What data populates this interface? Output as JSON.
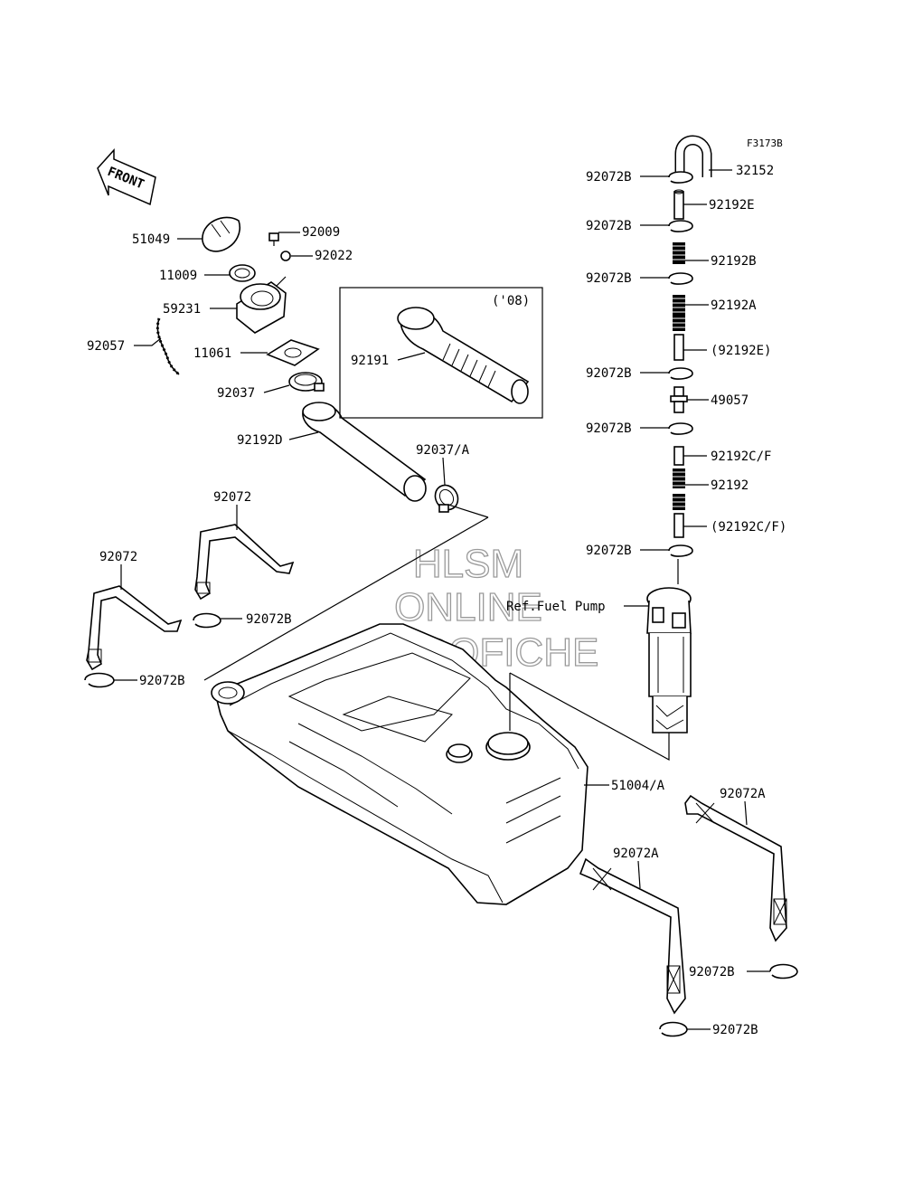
{
  "diagram_code": "F3173B",
  "front_arrow_text": "FRONT",
  "inset_year": "('08)",
  "ref_text": "Ref.Fuel Pump",
  "watermark": [
    "HLSM",
    "ONLINE",
    "MICROFICHE"
  ],
  "part_labels": {
    "p32152": "32152",
    "p92072B_1": "92072B",
    "p92192E": "92192E",
    "p92072B_2": "92072B",
    "p92192B": "92192B",
    "p92072B_3": "92072B",
    "p92192A": "92192A",
    "p92192E_ref": "(92192E)",
    "p92072B_4": "92072B",
    "p49057": "49057",
    "p92072B_5": "92072B",
    "p92192CF": "92192C/F",
    "p92192": "92192",
    "p92192CF_ref": "(92192C/F)",
    "p92072B_6": "92072B",
    "p51049": "51049",
    "p92009": "92009",
    "p92022": "92022",
    "p11009": "11009",
    "p59231": "59231",
    "p92057": "92057",
    "p11061": "11061",
    "p92037": "92037",
    "p92192D": "92192D",
    "p92191": "92191",
    "p92037A": "92037/A",
    "p92072_1": "92072",
    "p92072_2": "92072",
    "p92072B_7": "92072B",
    "p92072B_8": "92072B",
    "p51004A": "51004/A",
    "p92072A_1": "92072A",
    "p92072A_2": "92072A",
    "p92072B_9": "92072B",
    "p92072B_10": "92072B"
  },
  "icons": {
    "front": "front-arrow-icon"
  }
}
